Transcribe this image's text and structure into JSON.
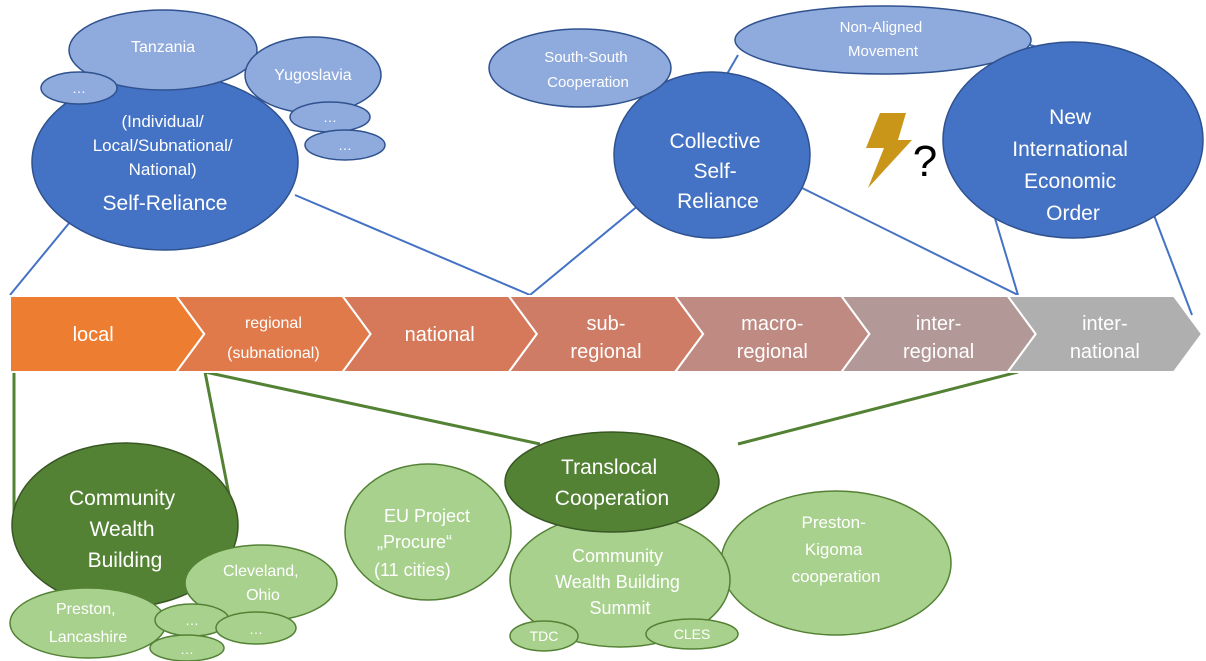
{
  "scale": {
    "steps": [
      {
        "line1": "local",
        "line2": "",
        "fill": "#ED7D31"
      },
      {
        "line1": "regional",
        "line2": "(subnational)",
        "fill": "#E07A4B"
      },
      {
        "line1": "national",
        "line2": "",
        "fill": "#D6795A"
      },
      {
        "line1": "sub-",
        "line2": "regional",
        "fill": "#CF7C66"
      },
      {
        "line1": "macro-",
        "line2": "regional",
        "fill": "#BE8A82"
      },
      {
        "line1": "inter-",
        "line2": "regional",
        "fill": "#B29896"
      },
      {
        "line1": "inter-",
        "line2": "national",
        "fill": "#AFAFAF"
      }
    ]
  },
  "top": {
    "self_reliance": {
      "lines": [
        "(Individual/",
        "Local/Subnational/",
        "National)",
        "Self-Reliance"
      ]
    },
    "tanzania": "Tanzania",
    "yugoslavia": "Yugoslavia",
    "ellipsis": "…",
    "collective": {
      "lines": [
        "Collective",
        "Self-",
        "Reliance"
      ]
    },
    "south_south": {
      "lines": [
        "South-South",
        "Cooperation"
      ]
    },
    "non_aligned": {
      "lines": [
        "Non-Aligned",
        "Movement"
      ]
    },
    "nieo": {
      "lines": [
        "New",
        "International",
        "Economic",
        "Order"
      ]
    },
    "question": "?"
  },
  "bottom": {
    "cwb": {
      "lines": [
        "Community",
        "Wealth",
        "Building"
      ]
    },
    "cleveland": {
      "lines": [
        "Cleveland,",
        "Ohio"
      ]
    },
    "preston": {
      "lines": [
        "Preston,",
        "Lancashire"
      ]
    },
    "translocal": {
      "lines": [
        "Translocal",
        "Cooperation"
      ]
    },
    "eu_project": {
      "lines": [
        "EU Project",
        "„Procure“",
        "(11  cities)"
      ]
    },
    "summit": {
      "lines": [
        "Community",
        "Wealth Building",
        "Summit"
      ]
    },
    "preston_kigoma": {
      "lines": [
        "Preston-",
        "Kigoma",
        "cooperation"
      ]
    },
    "tdc": "TDC",
    "cles": "CLES",
    "ellipsis": "…"
  },
  "colors": {
    "blue_dark": "#4472C4",
    "blue_light": "#8FAADC",
    "blue_stroke": "#2F528F",
    "green_dark": "#548235",
    "green_light": "#A9D18E",
    "green_stroke": "#548235",
    "bolt": "#C9961A"
  }
}
